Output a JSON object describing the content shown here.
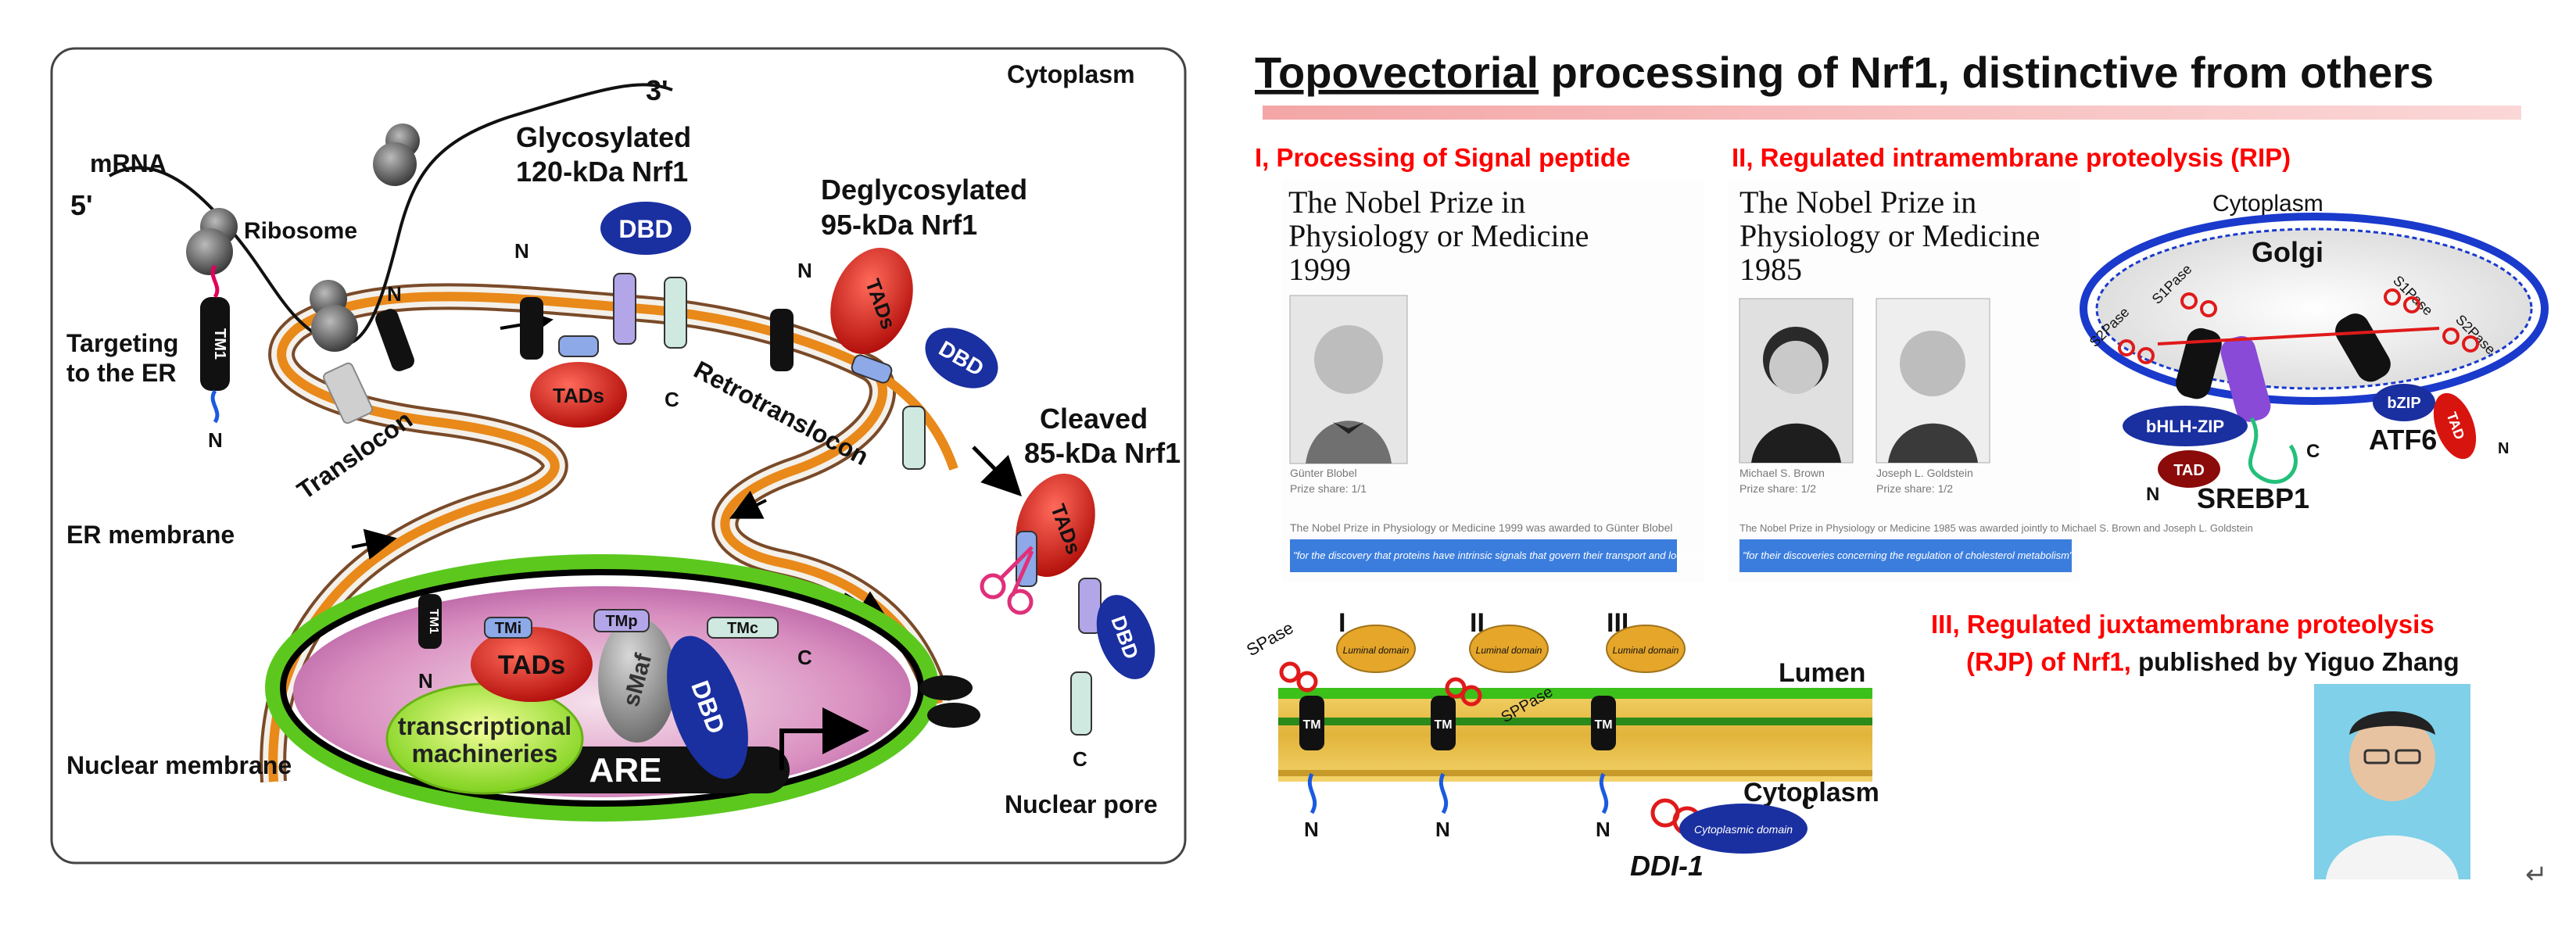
{
  "left_panel": {
    "cytoplasm_label": "Cytoplasm",
    "mrna_label": "mRNA",
    "five_prime": "5'",
    "three_prime": "3'",
    "ribosome_label": "Ribosome",
    "targeting_line1": "Targeting",
    "targeting_line2": "to the ER",
    "tm1_label": "TM1",
    "n_label": "N",
    "c_label": "C",
    "translocon_label": "Translocon",
    "glycosylated_line1": "Glycosylated",
    "glycosylated_line2": "120-kDa Nrf1",
    "deglycosylated_line1": "Deglycosylated",
    "deglycosylated_line2": "95-kDa Nrf1",
    "cleaved_line1": "Cleaved",
    "cleaved_line2": "85-kDa Nrf1",
    "dbd_label": "DBD",
    "tads_label": "TADs",
    "tmi_label": "TMi",
    "tmp_label": "TMp",
    "tmc_label": "TMc",
    "retrotranslocon_label": "Retrotranslocon",
    "er_membrane_label": "ER membrane",
    "nuclear_membrane_label": "Nuclear membrane",
    "nuclear_pore_label": "Nuclear pore",
    "transcriptional_line1": "transcriptional",
    "transcriptional_line2": "machineries",
    "smaf_label": "sMaf",
    "are_label": "ARE"
  },
  "right_panel": {
    "title_part1": "Topovectorial",
    "title_part2": " processing of Nrf1, distinctive from others",
    "section1_heading": "I, Processing of Signal peptide",
    "section2_heading": "II, Regulated intramembrane proteolysis  (RIP)",
    "nobel1": {
      "line1": "The Nobel Prize in",
      "line2": "Physiology or Medicine",
      "year": "1999",
      "person_name": "Günter Blobel",
      "prize_share": "Prize share: 1/1",
      "caption_plain": "The Nobel Prize in Physiology or Medicine 1999 was awarded to Günter Blobel",
      "caption_highlight": "\"for the discovery that proteins have intrinsic signals that govern their transport and localization in the cell\""
    },
    "nobel2": {
      "line1": "The Nobel Prize in",
      "line2": "Physiology or Medicine",
      "year": "1985",
      "person1_name": "Michael S. Brown",
      "person2_name": "Joseph L. Goldstein",
      "prize_share1": "Prize share: 1/2",
      "prize_share2": "Prize share: 1/2",
      "caption_plain": "The Nobel Prize in Physiology or Medicine 1985 was awarded jointly to Michael S. Brown and Joseph L. Goldstein",
      "caption_highlight": "\"for their discoveries concerning the regulation of cholesterol metabolism\""
    },
    "golgi_diagram": {
      "cytoplasm": "Cytoplasm",
      "golgi": "Golgi",
      "s1p": "S1Pase",
      "s2p": "S2Pase",
      "bhlh_zip": "bHLH-ZIP",
      "tad": "TAD",
      "bzip": "bZIP",
      "srebp1": "SREBP1",
      "atf6": "ATF6",
      "n": "N",
      "c": "C"
    },
    "membrane_diagram": {
      "roman1": "I",
      "roman2": "II",
      "roman3": "III",
      "spase": "SPase",
      "sppase": "SPPase",
      "luminal_domain": "Luminal domain",
      "tm": "TM",
      "lumen": "Lumen",
      "cytoplasm": "Cytoplasm",
      "cytoplasmic_domain": "Cytoplasmic domain",
      "ddi1": "DDI-1",
      "n": "N",
      "c": "C"
    },
    "section3_line1": "III, Regulated juxtamembrane proteolysis",
    "section3_line2_red": "(RJP)  of Nrf1,",
    "section3_line2_black": " published by Yiguo Zhang",
    "return_mark": "↵"
  },
  "colors": {
    "title_underline": "#f08080",
    "heading_red": "#ff0000",
    "er_orange": "#e8891a",
    "nucleus_green": "#5cc81e",
    "nucleus_pink": "#d27fb8",
    "tad_red": "#d8140e",
    "dbd_blue": "#1a2fa0",
    "highlight_blue": "#3b7ddd"
  }
}
